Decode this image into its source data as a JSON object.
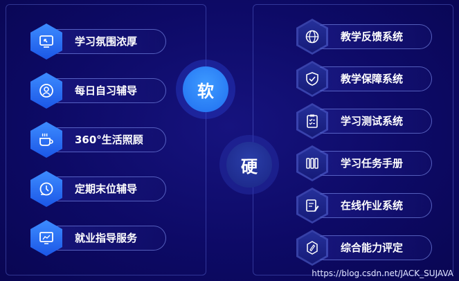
{
  "soft_label": "软",
  "hard_label": "硬",
  "soft_items": [
    {
      "label": "学习氛围浓厚",
      "icon": "monitor-icon"
    },
    {
      "label": "每日自习辅导",
      "icon": "user-icon"
    },
    {
      "label": "360°生活照顾",
      "icon": "coffee-cup-icon"
    },
    {
      "label": "定期末位辅导",
      "icon": "clock-icon"
    },
    {
      "label": "就业指导服务",
      "icon": "presentation-icon"
    }
  ],
  "hard_items": [
    {
      "label": "教学反馈系统",
      "icon": "globe-icon"
    },
    {
      "label": "教学保障系统",
      "icon": "shield-check-icon"
    },
    {
      "label": "学习测试系统",
      "icon": "clipboard-check-icon"
    },
    {
      "label": "学习任务手册",
      "icon": "book-icon"
    },
    {
      "label": "在线作业系统",
      "icon": "edit-document-icon"
    },
    {
      "label": "综合能力评定",
      "icon": "badge-icon"
    }
  ],
  "watermark": "https://blog.csdn.net/JACK_SUJAVA",
  "colors": {
    "background": "#0d0a66",
    "soft_accent": "#2f80ff",
    "hard_accent": "#1f2c95"
  }
}
